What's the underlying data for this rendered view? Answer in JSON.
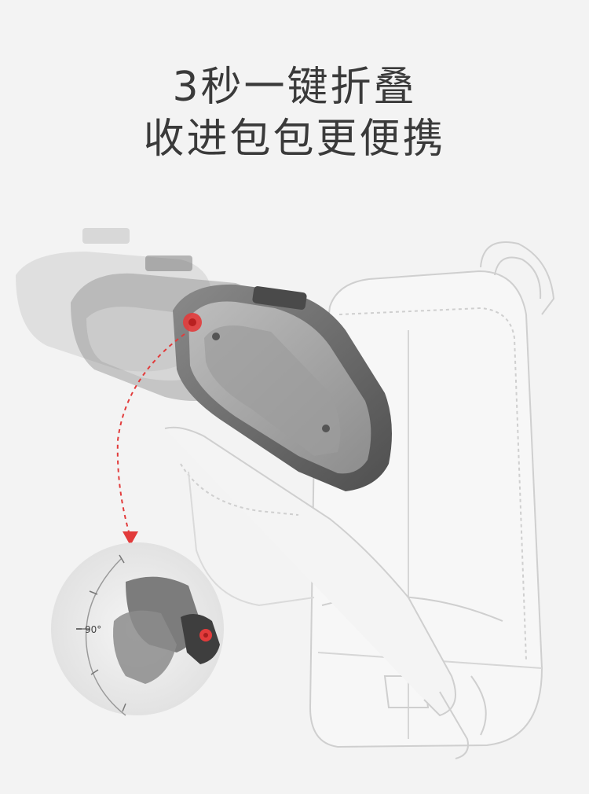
{
  "headline": {
    "line1": "3秒一键折叠",
    "line2": "收进包包更便携"
  },
  "detail": {
    "angle_label": "90°"
  },
  "colors": {
    "background": "#f3f3f3",
    "text": "#3a3a3a",
    "accent_red": "#e23b3b",
    "pack_dark": "#6e6e6e",
    "outline_light": "#c9c9c9"
  }
}
